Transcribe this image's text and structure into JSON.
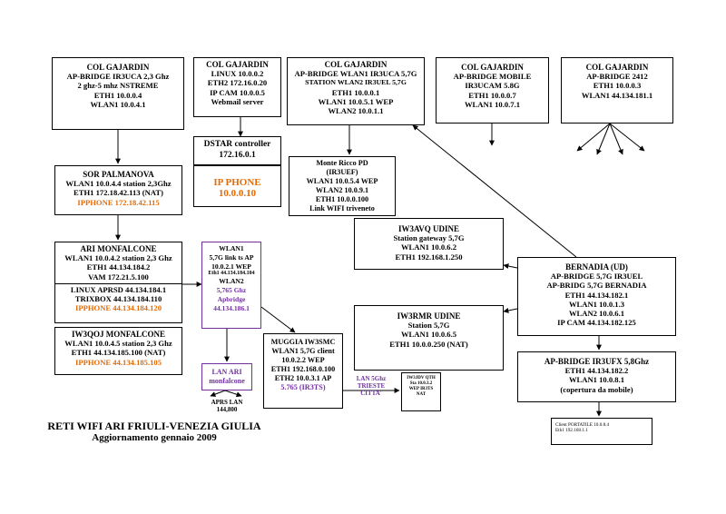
{
  "diagram": {
    "title": "RETI WIFI ARI FRIULI-VENEZIA GIULIA",
    "subtitle": "Aggiornamento gennaio 2009",
    "colors": {
      "orange": "#e36c09",
      "purple": "#7030a0",
      "line": "#000000"
    },
    "nodes": [
      {
        "name": "node-col-gajardin-1",
        "lines": [
          "COL GAJARDIN",
          "AP-BRIDGE IR3UCA 2,3 Ghz",
          "2 ghz-5 mhz NSTREME",
          "ETH1 10.0.0.4",
          "WLAN1 10.0.4.1"
        ]
      },
      {
        "name": "node-col-gajardin-2",
        "lines": [
          "COL GAJARDIN",
          "LINUX 10.0.0.2",
          "ETH2 172.16.0.20",
          "IP CAM 10.0.0.5",
          "Webmail server"
        ]
      },
      {
        "name": "node-col-gajardin-3",
        "lines": [
          "COL GAJARDIN",
          "AP-BRIDGE WLAN1 IR3UCA 5,7G",
          "STATION WLAN2 IR3UEL 5,7G",
          "ETH1 10.0.0.1",
          "WLAN1 10.0.5.1 WEP",
          "WLAN2 10.0.1.1"
        ]
      },
      {
        "name": "node-col-gajardin-4",
        "lines": [
          "COL GAJARDIN",
          "AP-BRIDGE MOBILE",
          "IR3UCAM 5.8G",
          "ETH1 10.0.0.7",
          "WLAN1 10.0.7.1"
        ]
      },
      {
        "name": "node-col-gajardin-5",
        "lines": [
          "COL GAJARDIN",
          "AP-BRIDGE 2412",
          "ETH1 10.0.0.3",
          "WLAN1 44.134.181.1"
        ]
      },
      {
        "name": "node-dstar",
        "lines": [
          "DSTAR controller",
          "172.16.0.1"
        ]
      },
      {
        "name": "node-ip-phone",
        "lines": [
          "IP PHONE",
          "10.0.0.10"
        ]
      },
      {
        "name": "node-monte-ricco",
        "lines": [
          "Monte Ricco PD",
          "(IR3UEF)",
          "WLAN1 10.0.5.4 WEP",
          "WLAN2 10.0.9.1",
          "ETH1 10.0.0.100",
          "Link WIFI triveneto"
        ]
      },
      {
        "name": "node-sor-palmanova",
        "lines": [
          "SOR PALMANOVA",
          "WLAN1 10.0.4.4 station 2,3Ghz",
          "ETH1 172.18.42.113 (NAT)",
          "IPPHONE 172.18.42.115"
        ]
      },
      {
        "name": "node-ari-monfalcone",
        "lines": [
          "ARI MONFALCONE",
          "WLAN1 10.0.4.2 station 2,3 Ghz",
          "ETH1 44.134.184.2",
          "VAM 172.21.5.100",
          "LINUX APRSD 44.134.184.1",
          "TRIXBOX 44.134.184.110",
          "IPPHONE 44.134.184.120"
        ]
      },
      {
        "name": "node-iw3qoj",
        "lines": [
          "IW3QOJ MONFALCONE",
          "WLAN1 10.0.4.5 station 2,3 Ghz",
          "ETH1 44.134.185.100 (NAT)",
          "IPPHONE 44.134.185.105"
        ]
      },
      {
        "name": "node-wlan-link",
        "lines": [
          "WLAN1",
          "5,7G link ts AP",
          "10.0.2.1 WEP",
          "Eth1 44.134.184.104",
          "WLAN2",
          "5,765 Ghz",
          "Apbridge",
          "44.134.186.1"
        ]
      },
      {
        "name": "node-lan-ari",
        "lines": [
          "LAN ARI",
          "monfalcone"
        ]
      },
      {
        "name": "node-muggia",
        "lines": [
          "MUGGIA IW3SMC",
          "WLAN1 5,7G client",
          "10.0.2.2 WEP",
          "ETH1 192.168.0.100",
          "ETH2 10.0.3.1 AP",
          "5.765 (IR3TS)"
        ]
      },
      {
        "name": "node-iw3jdv",
        "lines": [
          "IW3JDV QTH",
          "Sta 10.0.3.2",
          "WEP IR3TS",
          "NAT"
        ]
      },
      {
        "name": "node-iw3avq",
        "lines": [
          "IW3AVQ UDINE",
          "Station gateway 5,7G",
          "WLAN1 10.0.6.2",
          "ETH1 192.168.1.250"
        ]
      },
      {
        "name": "node-bernadia",
        "lines": [
          "BERNADIA (UD)",
          "AP-BRIDGE 5,7G IR3UEL",
          "AP-BRIDG 5,7G BERNADIA",
          "ETH1 44.134.182.1",
          "WLAN1 10.0.1.3",
          "WLAN2 10.0.6.1",
          "IP CAM 44.134.182.125"
        ]
      },
      {
        "name": "node-iw3rmr",
        "lines": [
          "IW3RMR UDINE",
          "Station 5,7G",
          "WLAN1 10.0.6.5",
          "ETH1 10.0.0.250 (NAT)"
        ]
      },
      {
        "name": "node-ir3ufx",
        "lines": [
          "AP-BRIDGE IR3UFX 5,8Ghz",
          "ETH1 44.134.182.2",
          "WLAN1 10.0.8.1",
          "(copertura da mobile)"
        ]
      },
      {
        "name": "node-client-portatile",
        "lines": [
          "Client PORTATILE 10.0.8.4",
          "Eth1 192.168.1.1"
        ]
      }
    ],
    "labels": [
      {
        "name": "label-aprs-lan",
        "lines": [
          "APRS LAN",
          "144,800"
        ]
      },
      {
        "name": "label-lan-5ghz",
        "lines": [
          "LAN 5Ghz",
          "TRIESTE",
          "CITTA'"
        ]
      }
    ]
  }
}
